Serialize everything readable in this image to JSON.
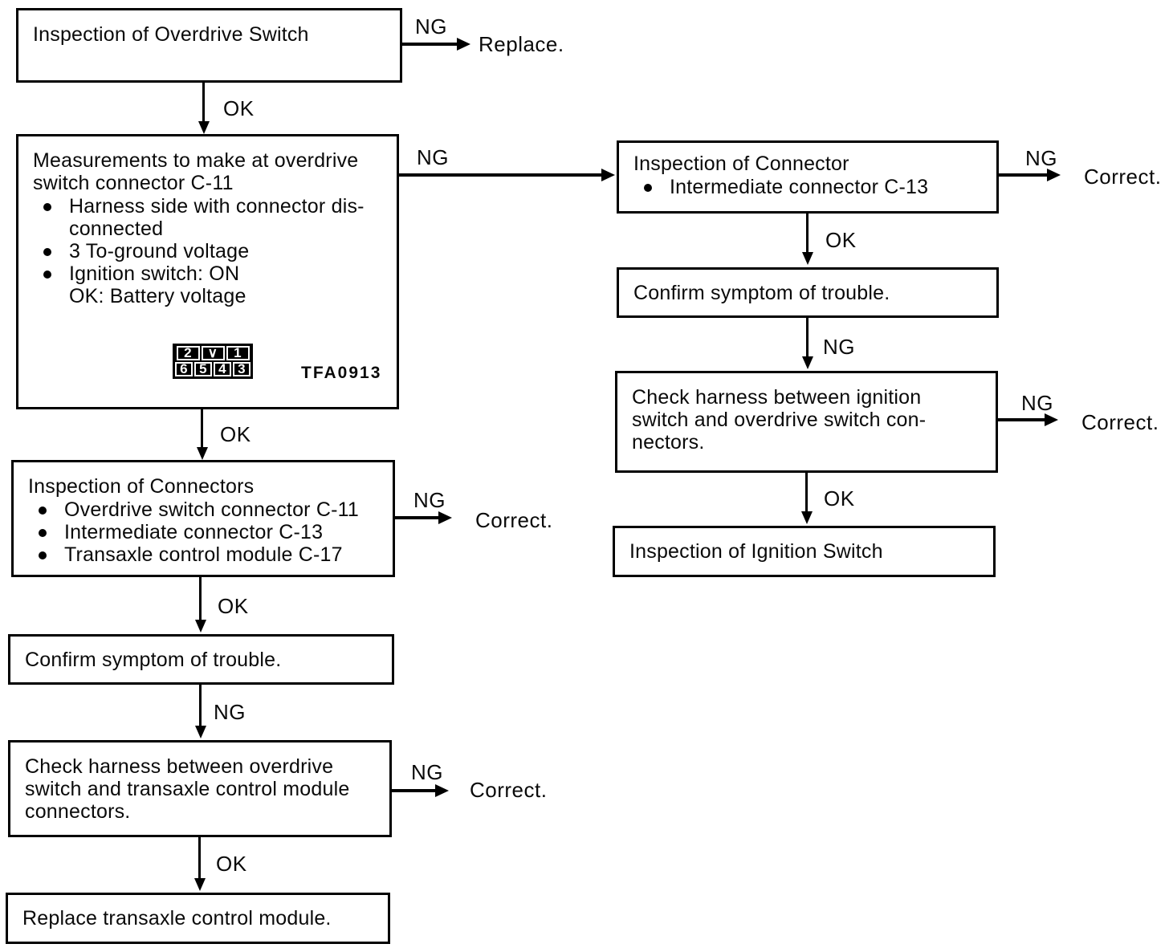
{
  "labels": {
    "ok": "OK",
    "ng": "NG"
  },
  "outcomes": {
    "replace": "Replace.",
    "correct": "Correct."
  },
  "figure_code": "TFA0913",
  "left": {
    "box1": {
      "title": "Inspection of Overdrive Switch"
    },
    "box2": {
      "title": [
        "Measurements to make at overdrive",
        "switch connector C-11"
      ],
      "bullets": [
        [
          "Harness side with connector dis-",
          "connected"
        ],
        [
          "3 To-ground voltage"
        ],
        [
          "Ignition switch: ON",
          "OK: Battery voltage"
        ]
      ],
      "connector": {
        "top_left": "2",
        "notch": "∨",
        "top_right": "1",
        "bottom": [
          "6",
          "5",
          "4",
          "3"
        ]
      }
    },
    "box3": {
      "title": "Inspection of Connectors",
      "bullets": [
        "Overdrive switch connector C-11",
        "Intermediate connector C-13",
        "Transaxle control module C-17"
      ]
    },
    "box4": {
      "title": "Confirm symptom of trouble."
    },
    "box5": {
      "title": [
        "Check harness between overdrive",
        "switch and transaxle control module",
        "connectors."
      ]
    },
    "box6": {
      "title": "Replace transaxle control module."
    }
  },
  "right": {
    "box1": {
      "title": "Inspection of Connector",
      "bullets": [
        "Intermediate connector C-13"
      ]
    },
    "box2": {
      "title": "Confirm symptom of trouble."
    },
    "box3": {
      "title": [
        "Check harness between ignition",
        "switch and overdrive switch con-",
        "nectors."
      ]
    },
    "box4": {
      "title": "Inspection of Ignition Switch"
    }
  }
}
